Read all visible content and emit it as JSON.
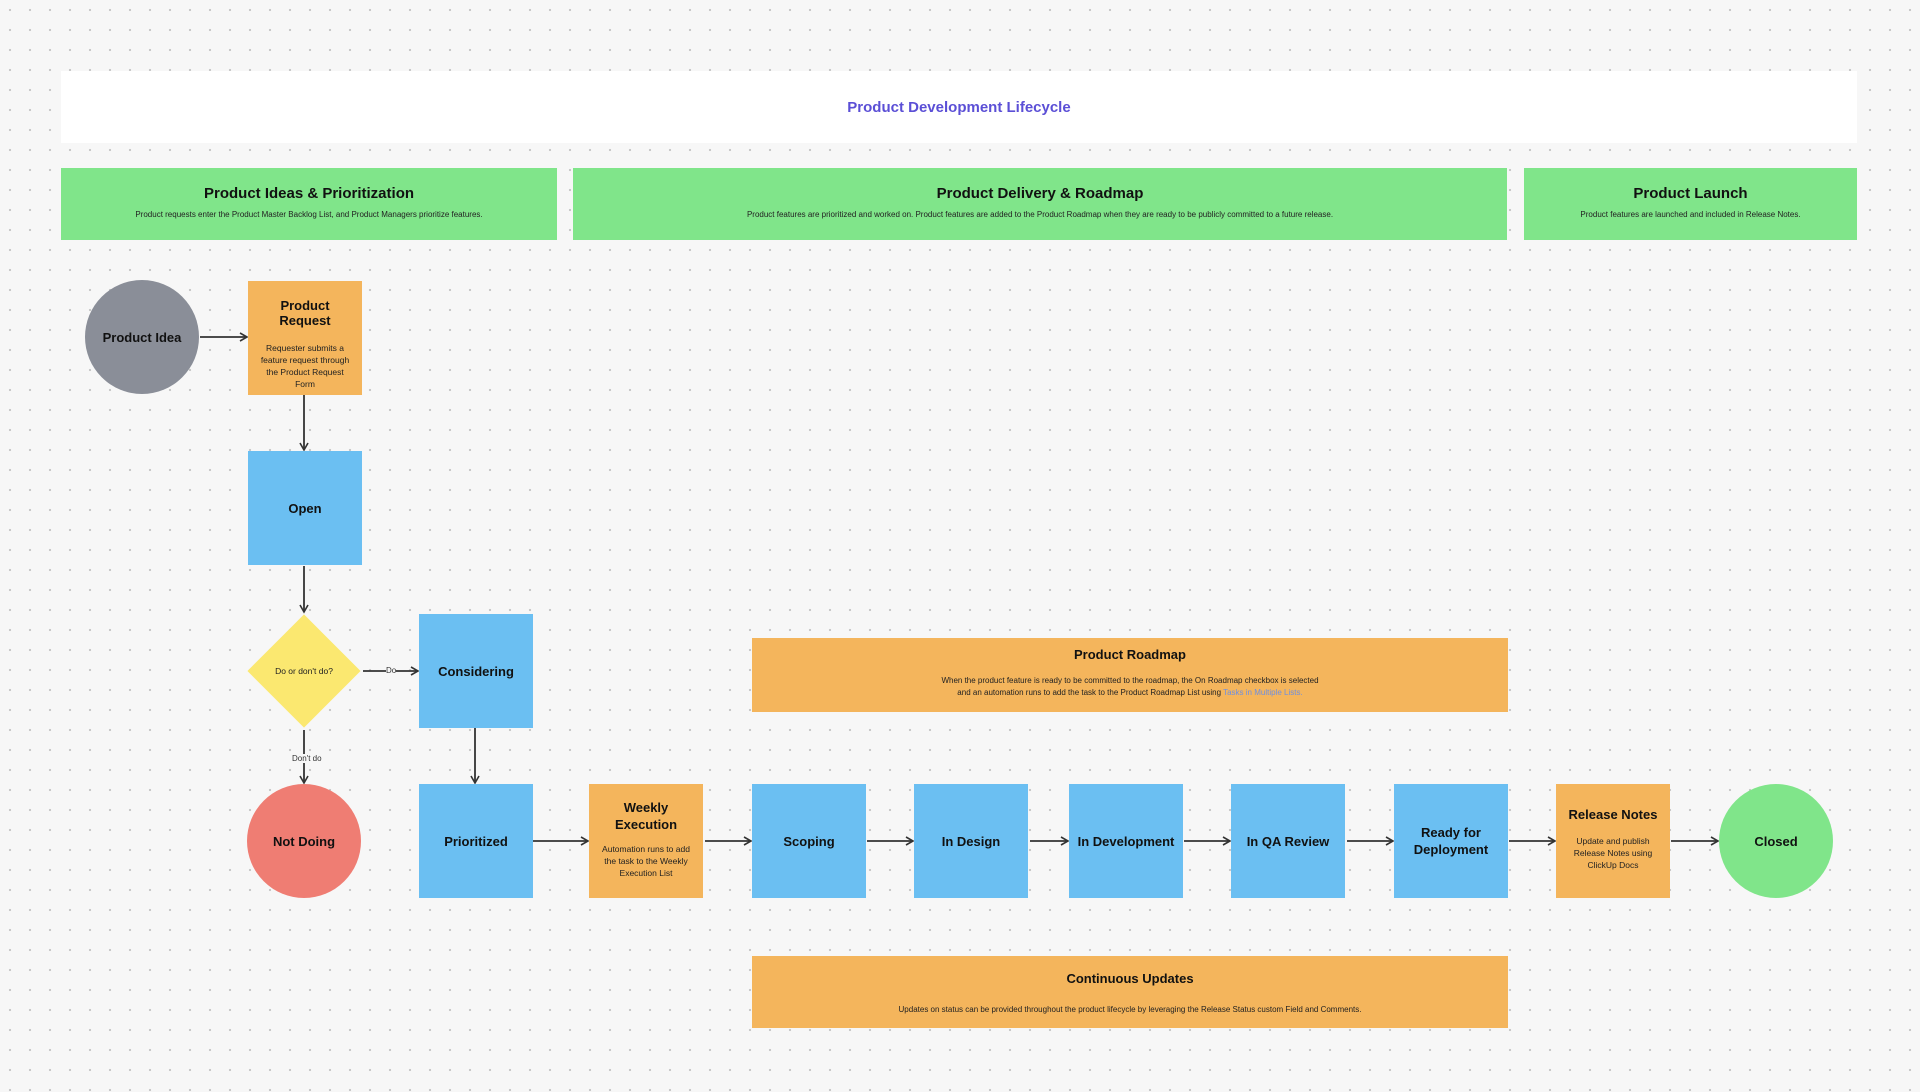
{
  "title": "Product Development Lifecycle",
  "phases": [
    {
      "title": "Product Ideas & Prioritization",
      "description": "Product requests enter the Product Master Backlog List, and Product Managers prioritize features."
    },
    {
      "title": "Product Delivery & Roadmap",
      "description": "Product features are prioritized and worked on. Product features are added to the Product Roadmap when they are ready to be publicly committed to a future release."
    },
    {
      "title": "Product Launch",
      "description": "Product features are launched and included in Release Notes."
    }
  ],
  "nodes": {
    "product_idea": "Product Idea",
    "product_request": {
      "title": "Product Request",
      "description": "Requester submits a feature request through the Product Request Form"
    },
    "open": "Open",
    "decision": "Do or don't do?",
    "considering": "Considering",
    "not_doing": "Not Doing",
    "prioritized": "Prioritized",
    "weekly_execution": {
      "title": "Weekly Execution",
      "description": "Automation runs to add the task to the Weekly Execution List"
    },
    "scoping": "Scoping",
    "in_design": "In Design",
    "in_development": "In Development",
    "in_qa_review": "In QA Review",
    "ready_for_deployment": "Ready for Deployment",
    "release_notes": {
      "title": "Release Notes",
      "description": "Update and publish Release Notes using ClickUp Docs"
    },
    "closed": "Closed"
  },
  "notes": {
    "product_roadmap": {
      "title": "Product Roadmap",
      "line1": "When the product feature is ready to be committed to the roadmap, the On Roadmap checkbox is selected",
      "line2": "and an automation runs to add the task to the Product Roadmap List using",
      "link": "Tasks in Multiple Lists."
    },
    "continuous_updates": {
      "title": "Continuous Updates",
      "description": "Updates on status can be provided throughout the product lifecycle by leveraging the Release Status custom Field and Comments."
    }
  },
  "edge_labels": {
    "do": "Do",
    "dont_do": "Don't do"
  },
  "colors": {
    "title": "#5b4fd6",
    "phase": "#80e58a",
    "task_blue": "#6bbff2",
    "note_orange": "#f4b55c",
    "decision_yellow": "#fbe870",
    "idea_gray": "#8a8e98",
    "not_doing_red": "#ef7d73",
    "closed_green": "#80e58a"
  }
}
